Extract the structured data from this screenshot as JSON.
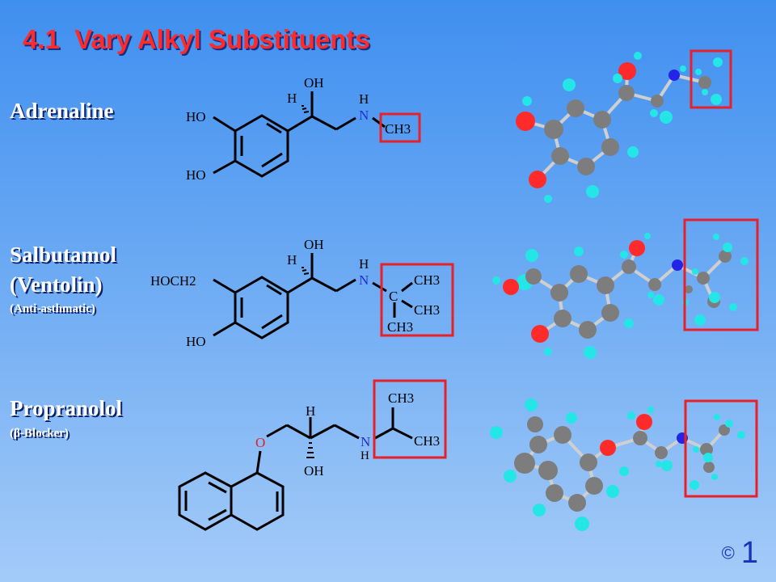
{
  "title": "4.1  Vary Alkyl Substituents",
  "molecules": [
    {
      "name": "Adrenaline",
      "formula": {
        "ho1": "HO",
        "ho2": "HO",
        "oh": "OH",
        "h_stereo": "H",
        "nh_h": "H",
        "nh_n": "N",
        "ch3": "CH3"
      }
    },
    {
      "name": "Salbutamol",
      "name2": "(Ventolin)",
      "note": "(Anti-asthmatic)",
      "formula": {
        "hoch2": "HOCH2",
        "ho": "HO",
        "oh": "OH",
        "h_stereo": "H",
        "nh_h": "H",
        "nh_n": "N",
        "c": "C",
        "ch3_a": "CH3",
        "ch3_b": "CH3",
        "ch3_c": "CH3"
      }
    },
    {
      "name": "Propranolol",
      "note": "(β-Blocker)",
      "formula": {
        "o": "O",
        "h_top": "H",
        "oh": "OH",
        "n": "N",
        "nh_h": "H",
        "ch3_a": "CH3",
        "ch3_b": "CH3"
      }
    }
  ],
  "footer": {
    "copyright": "©",
    "number": "1"
  },
  "colors": {
    "highlight_box": "#e8202a",
    "oxygen": "#e02020",
    "nitrogen": "#2030d0",
    "atom_carbon": "#7d7d7d",
    "atom_hydrogen": "#24e6e6",
    "atom_oxygen": "#ff2a2a",
    "atom_nitrogen": "#2424e6"
  }
}
